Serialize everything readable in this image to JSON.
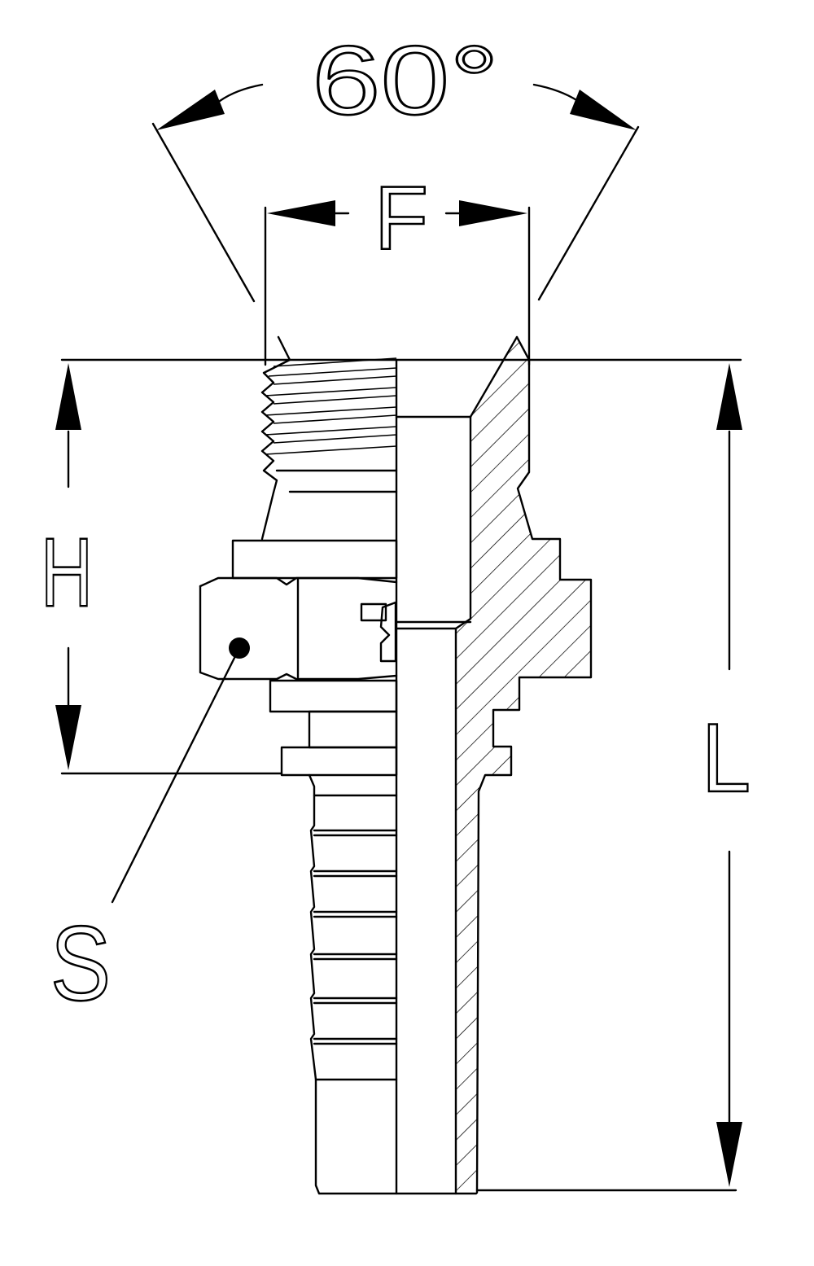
{
  "drawing": {
    "angle_label": "60°",
    "thread_dim_label": "F",
    "hex_height_label": "H",
    "length_label": "L",
    "hex_size_label": "S"
  }
}
